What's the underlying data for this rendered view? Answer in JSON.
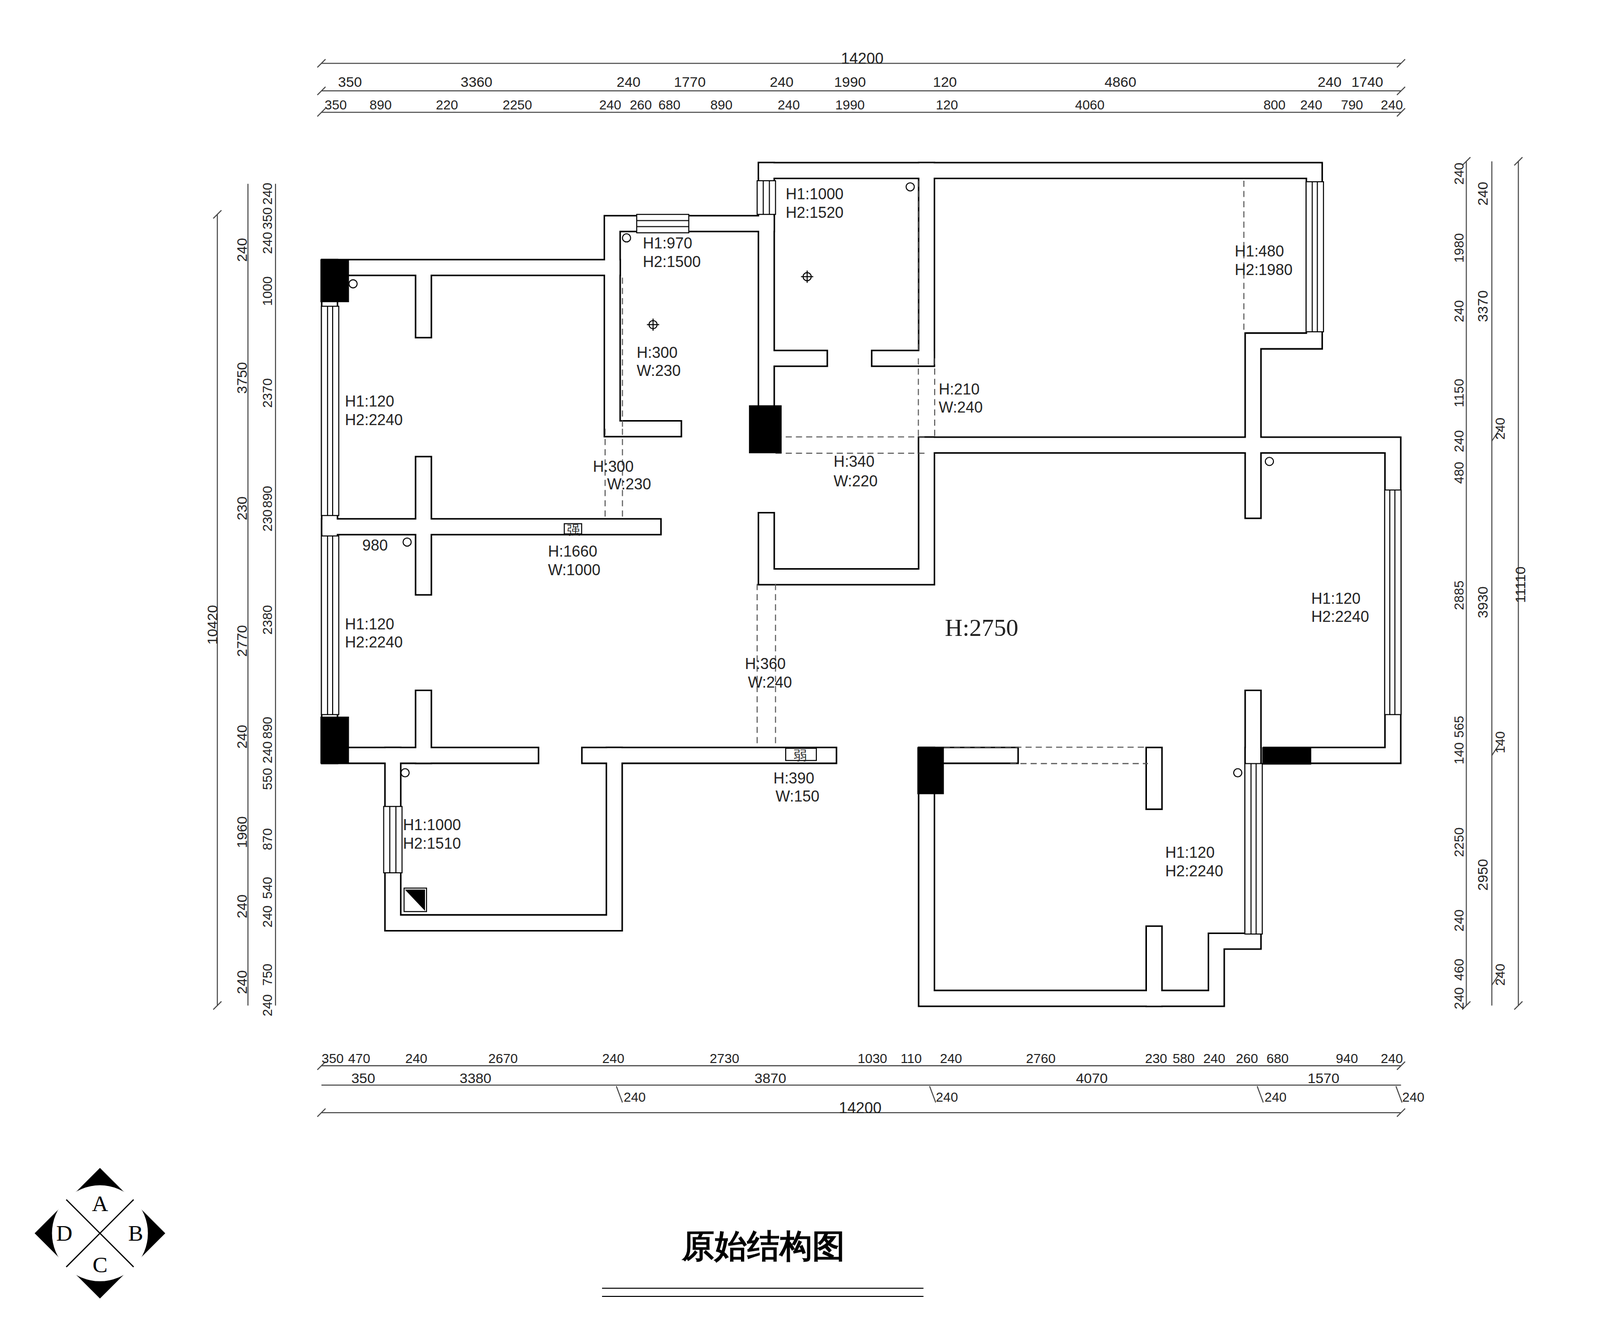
{
  "diagram": {
    "title": "原始结构图",
    "nodes": [
      {
        "text": [
          "A",
          "D",
          "B",
          "C"
        ]
      }
    ],
    "labels": [
      "14200",
      "350",
      "3360",
      "240",
      "1770",
      "240",
      "1990",
      "120",
      "4860",
      "240",
      "1740",
      "350",
      "890",
      "220",
      "2250",
      "240",
      "260",
      "680",
      "890",
      "240",
      "1990",
      "120",
      "4060",
      "800",
      "240",
      "790",
      "240",
      "350",
      "470",
      "240",
      "2670",
      "240",
      "2730",
      "1030",
      "110",
      "240",
      "2760",
      "230",
      "580",
      "240",
      "260",
      "680",
      "940",
      "240",
      "350",
      "3380",
      "3870",
      "4070",
      "1570",
      "240",
      "240",
      "240",
      "240",
      "14200",
      "10420",
      "240",
      "3750",
      "230",
      "2770",
      "240",
      "1960",
      "240",
      "240",
      "240",
      "350",
      "240",
      "1000",
      "2370",
      "890",
      "230",
      "2380",
      "890",
      "240",
      "550",
      "870",
      "540",
      "240",
      "750",
      "240",
      "240",
      "1980",
      "240",
      "1150",
      "240",
      "480",
      "2885",
      "565",
      "140",
      "2250",
      "240",
      "460",
      "240",
      "240",
      "3370",
      "3930",
      "2950",
      "240",
      "140",
      "240",
      "11110",
      "H1:1000",
      "H2:1520",
      "H1:970",
      "H2:1500",
      "H1:480",
      "H2:1980",
      "H:300",
      "W:230",
      "H1:120",
      "H2:2240",
      "H:210",
      "W:240",
      "H:300",
      "W:230",
      "H:340",
      "W:220",
      "980",
      "强",
      "H:1660",
      "W:1000",
      "H1:120",
      "H2:2240",
      "H:2750",
      "H1:120",
      "H2:2240",
      "H:360",
      "W:240",
      "弱",
      "H:390",
      "W:150",
      "H1:1000",
      "H2:1510",
      "H1:120",
      "H2:2240"
    ]
  }
}
